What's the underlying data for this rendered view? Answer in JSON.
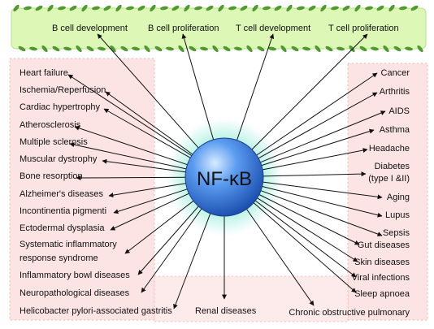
{
  "hub": {
    "label": "NF-κB"
  },
  "top_labels": [
    "B cell development",
    "B cell proliferation",
    "T cell development",
    "T cell proliferation"
  ],
  "left_labels": [
    "Heart failure",
    "Ischemia/Reperfusion",
    "Cardiac hypertrophy",
    "Atherosclerosis",
    "Multiple sclerosis",
    "Muscular dystrophy",
    "Bone resorption",
    "Alzheimer's diseases",
    "Incontinentia pigmenti",
    "Ectodermal dysplasia",
    "Systematic inflammatory",
    "response syndrome",
    "Inflammatory bowl diseases",
    "Neuropathological diseases",
    "Helicobacter pylori-associated gastritis"
  ],
  "right_labels": [
    "Cancer",
    "Arthritis",
    "AIDS",
    "Asthma",
    "Headache",
    "Diabetes",
    "(type I &II)",
    "Aging",
    "Lupus",
    "Sepsis",
    "Gut diseases",
    "Skin diseases",
    "Viral infections",
    "Sleep apnoea",
    "Chronic obstructive pulmonary"
  ],
  "bottom_labels": [
    "Renal diseases"
  ],
  "colors": {
    "hub_fill": "#3d7fe0",
    "hub_glow": "#9ee7d9",
    "top_panel": "#d8f5b0",
    "side_panel": "#fbe0e0",
    "panel_dots": "#f4a6a6",
    "leaf": "#4f9a2e",
    "arrow": "#111111"
  }
}
